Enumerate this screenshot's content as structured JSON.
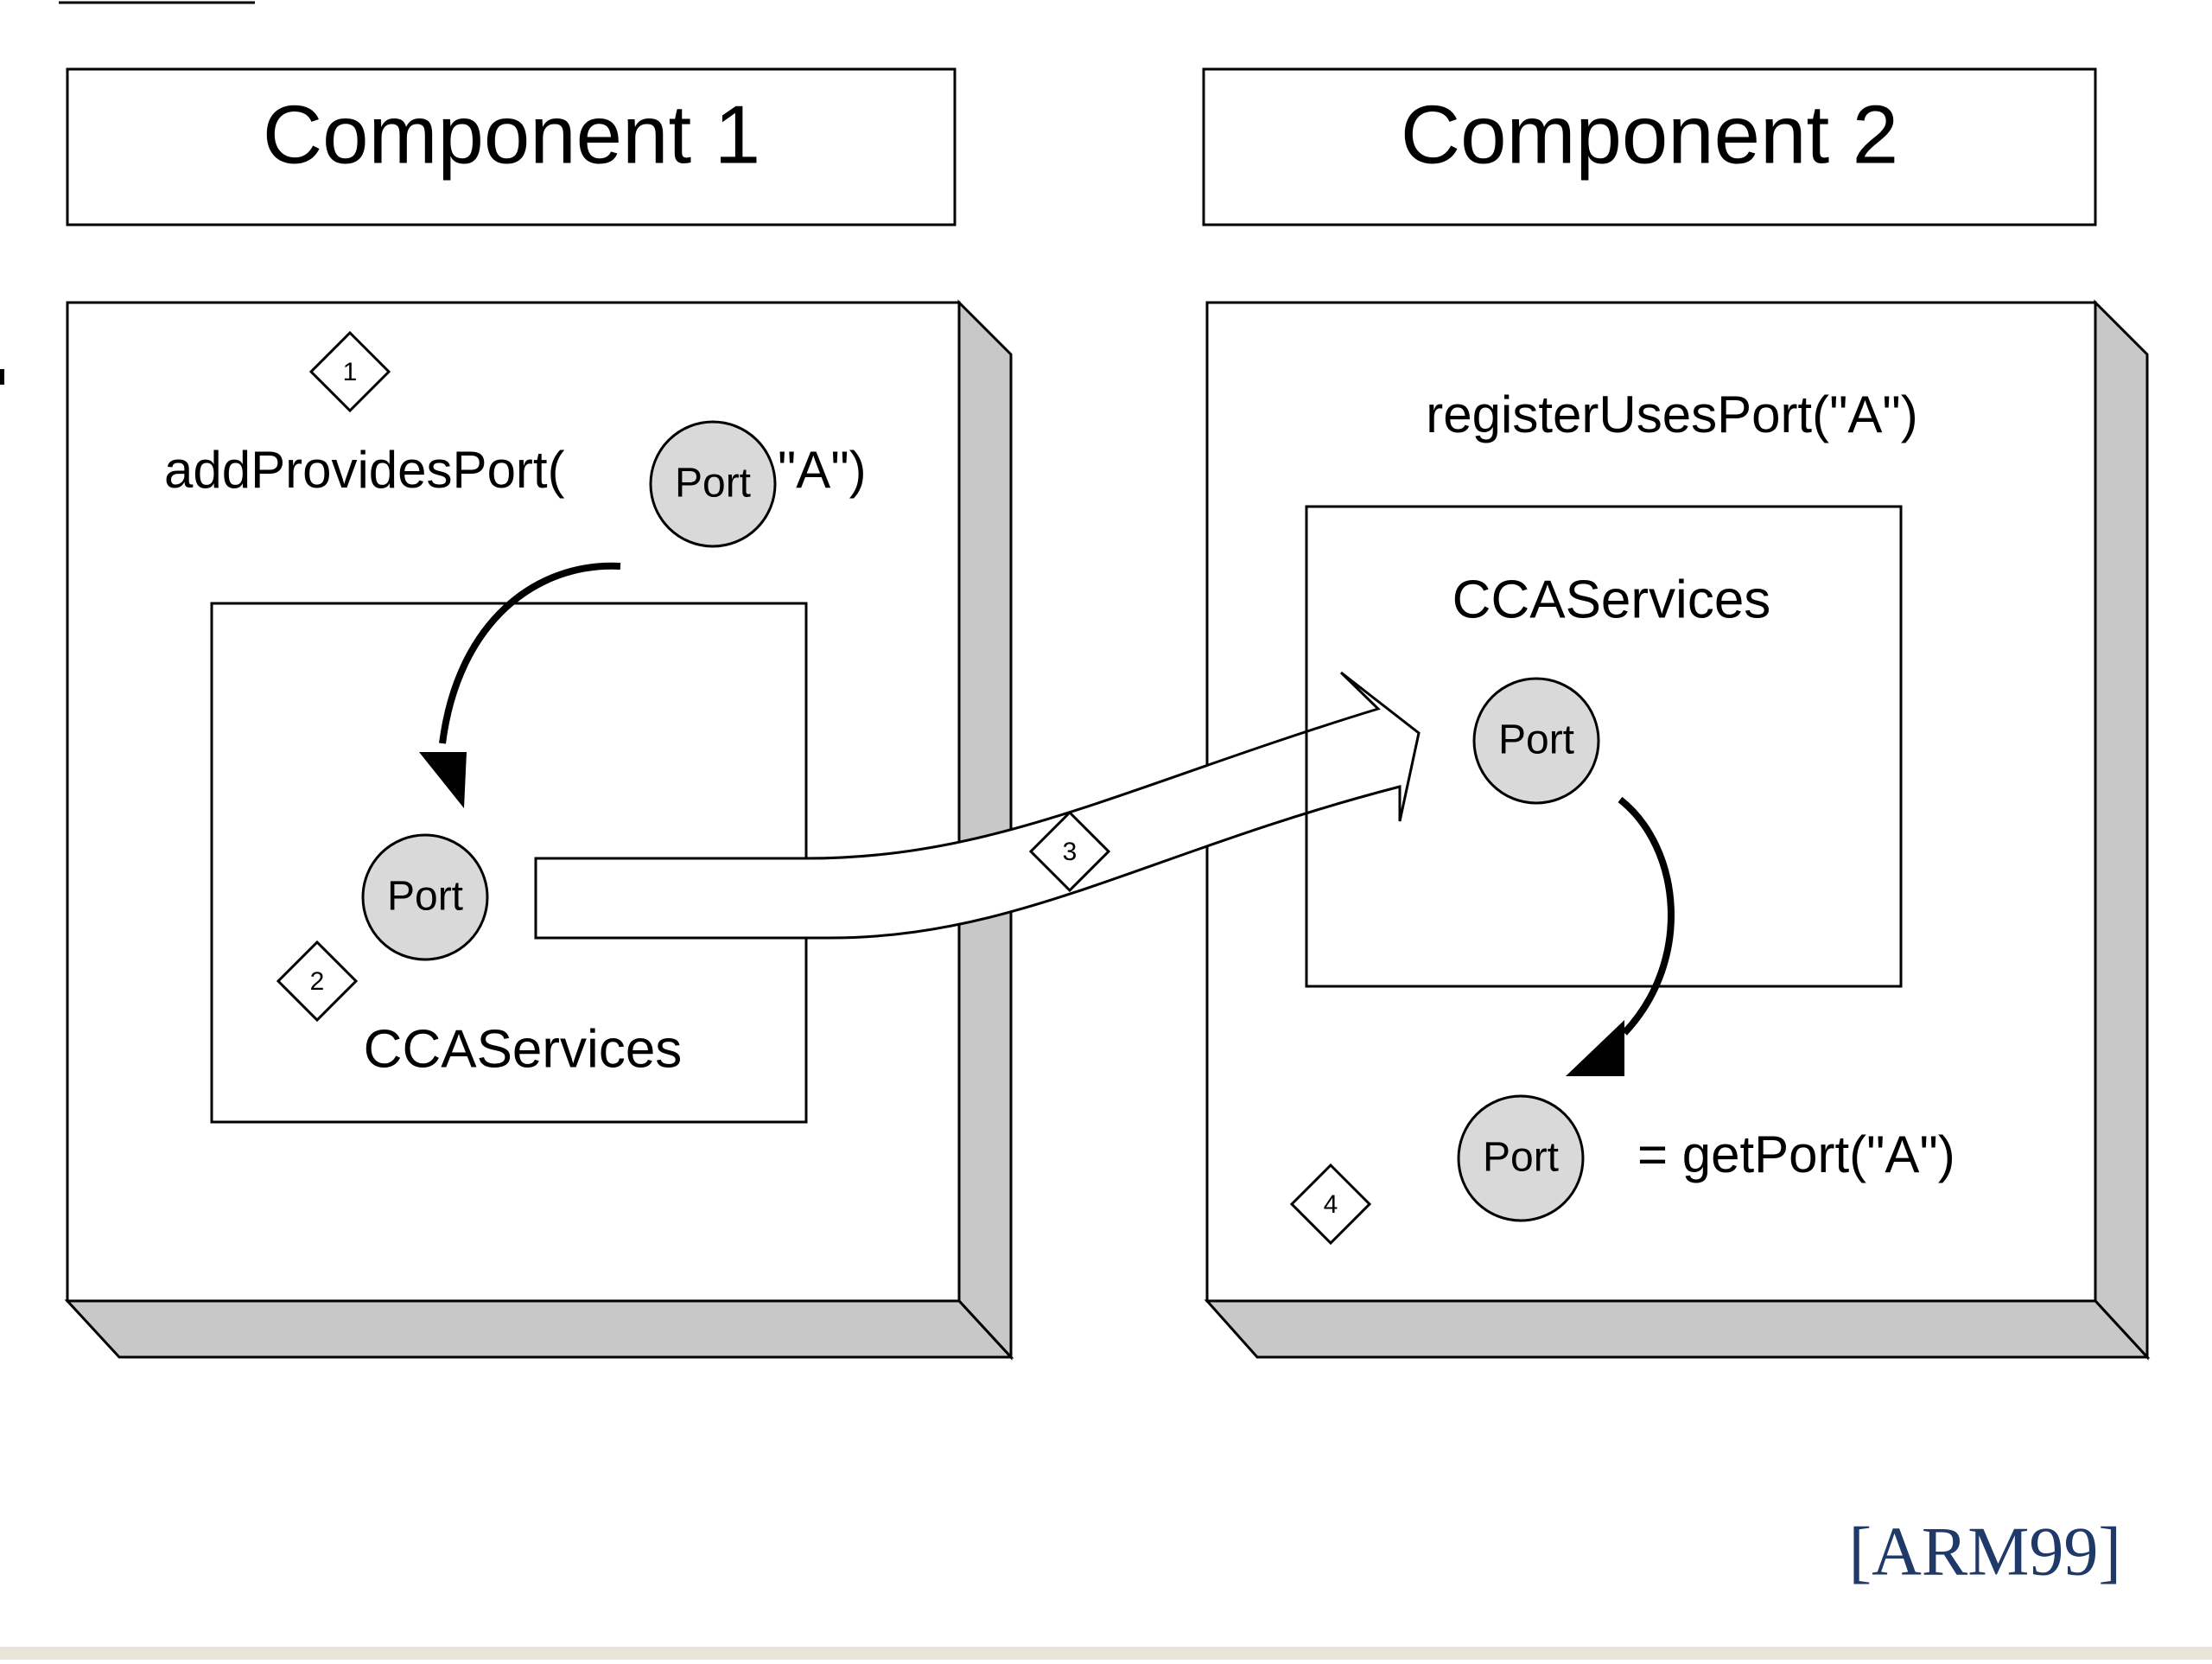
{
  "component1": {
    "title": "Component 1",
    "call": "addProvidesPort(",
    "call_arg": "\"A\")",
    "services_label": "CCAServices"
  },
  "component2": {
    "title": "Component 2",
    "call": "registerUsesPort(\"A\")",
    "services_label": "CCAServices",
    "get_call": "= getPort(\"A\")"
  },
  "port_label": "Port",
  "steps": [
    "1",
    "2",
    "3",
    "4"
  ],
  "citation": "[ARM99]",
  "colors": {
    "line": "#000000",
    "box_fill": "#ffffff",
    "shadow": "#c8c8c8",
    "port_fill": "#d9d9d9",
    "citation": "#1f3a68",
    "footer_strip": "#e9e4d8"
  }
}
